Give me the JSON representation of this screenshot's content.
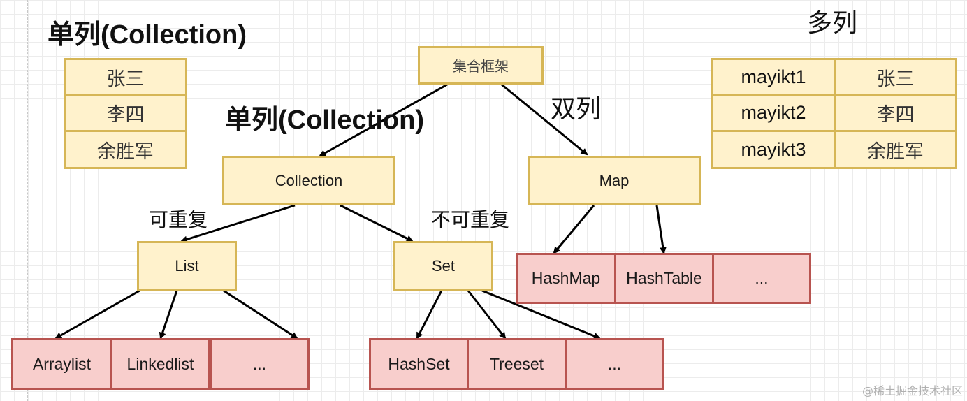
{
  "labels": {
    "left_title": "单列(Collection)",
    "center_title": "单列(Collection)",
    "multi_col": "多列",
    "double_col": "双列",
    "repeatable": "可重复",
    "non_repeatable": "不可重复"
  },
  "nodes": {
    "root": "集合框架",
    "collection": "Collection",
    "map": "Map",
    "list": "List",
    "set": "Set",
    "arraylist": "Arraylist",
    "linkedlist": "Linkedlist",
    "list_more": "...",
    "hashset": "HashSet",
    "treeset": "Treeset",
    "set_more": "...",
    "hashmap": "HashMap",
    "hashtable": "HashTable",
    "map_more": "..."
  },
  "single_table": [
    "张三",
    "李四",
    "余胜军"
  ],
  "multi_table": [
    {
      "key": "mayikt1",
      "value": "张三"
    },
    {
      "key": "mayikt2",
      "value": "李四"
    },
    {
      "key": "mayikt3",
      "value": "余胜军"
    }
  ],
  "watermark": "@稀土掘金技术社区",
  "colors": {
    "yellow_fill": "#fff2cc",
    "yellow_border": "#d6b656",
    "red_fill": "#f8cecc",
    "red_border": "#b85450"
  }
}
